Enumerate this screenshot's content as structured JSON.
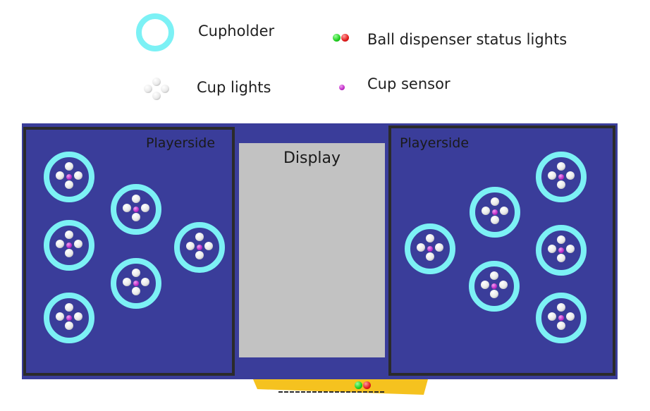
{
  "legend": {
    "cupholder": {
      "label": "Cupholder",
      "icon": "cupholder-icon"
    },
    "cup_lights": {
      "label": "Cup lights",
      "icon": "cup-lights-icon"
    },
    "status_lights": {
      "label": "Ball dispenser status lights",
      "icon": "status-lights-icon"
    },
    "cup_sensor": {
      "label": "Cup sensor",
      "icon": "cup-sensor-icon"
    }
  },
  "table": {
    "left_side_label": "Playerside",
    "right_side_label": "Playerside",
    "display_label": "Display"
  },
  "colors": {
    "table": "#3a3d9a",
    "cupholder_ring": "#7cf1f5",
    "display": "#c2c2c2",
    "sensor": "#c02cc8",
    "dispenser": "#f5c21f",
    "status_green": "#1fcf1f",
    "status_red": "#e21b1b"
  }
}
